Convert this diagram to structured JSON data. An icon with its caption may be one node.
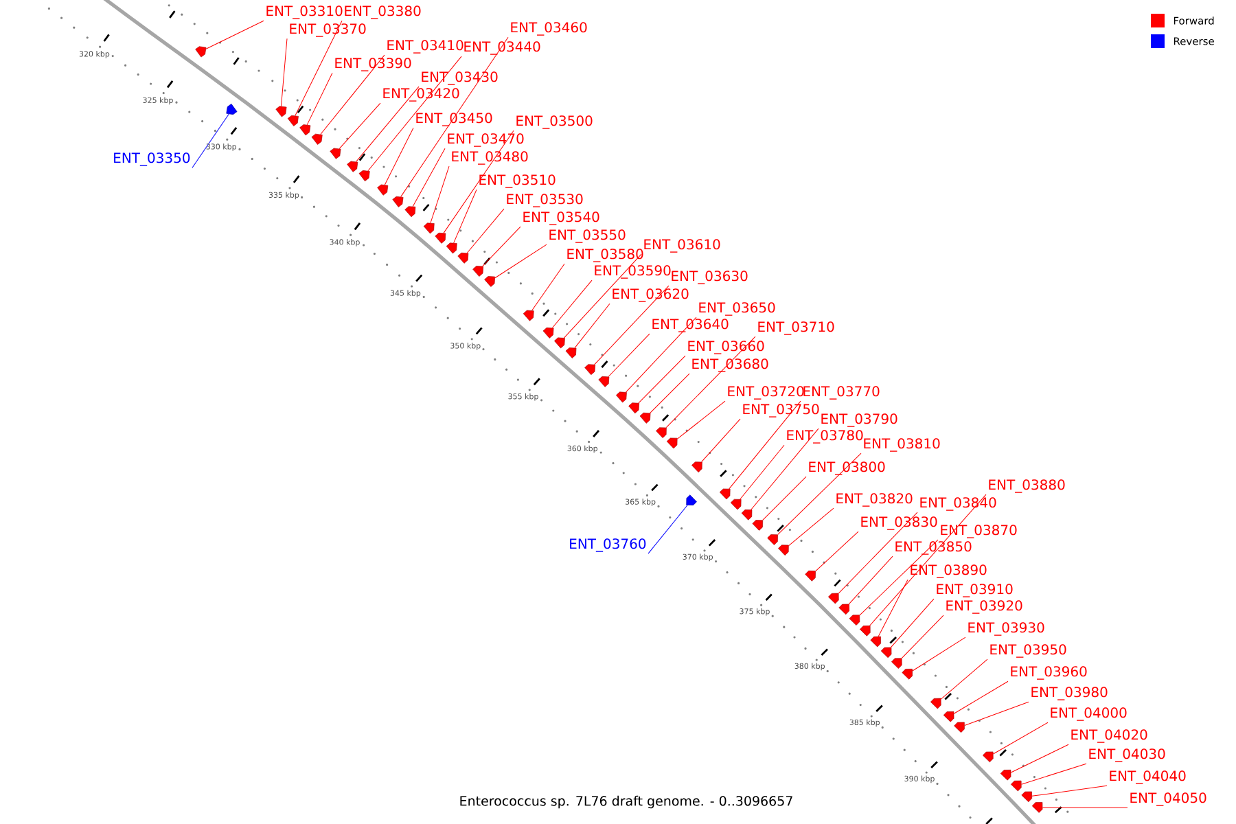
{
  "diagram": {
    "caption": "Enterococcus sp. 7L76 draft genome. - 0..3096657",
    "nodes": [
      {
        "text": [
          "ENT_03310"
        ]
      },
      {
        "text": [
          "ENT_03380"
        ]
      },
      {
        "text": [
          "ENT_03370"
        ]
      },
      {
        "text": [
          "ENT_03460"
        ]
      },
      {
        "text": [
          "ENT_03410"
        ]
      },
      {
        "text": [
          "ENT_03440"
        ]
      },
      {
        "text": [
          "ENT_03390"
        ]
      },
      {
        "text": [
          "ENT_03430"
        ]
      },
      {
        "text": [
          "ENT_03420"
        ]
      },
      {
        "text": [
          "ENT_03450"
        ]
      },
      {
        "text": [
          "ENT_03500"
        ]
      },
      {
        "text": [
          "ENT_03470"
        ]
      },
      {
        "text": [
          "ENT_03480"
        ]
      },
      {
        "text": [
          "ENT_03350"
        ]
      },
      {
        "text": [
          "ENT_03510"
        ]
      },
      {
        "text": [
          "ENT_03530"
        ]
      },
      {
        "text": [
          "ENT_03540"
        ]
      },
      {
        "text": [
          "ENT_03550"
        ]
      },
      {
        "text": [
          "ENT_03610"
        ]
      },
      {
        "text": [
          "ENT_03580"
        ]
      },
      {
        "text": [
          "ENT_03590"
        ]
      },
      {
        "text": [
          "ENT_03630"
        ]
      },
      {
        "text": [
          "ENT_03620"
        ]
      },
      {
        "text": [
          "ENT_03650"
        ]
      },
      {
        "text": [
          "ENT_03640"
        ]
      },
      {
        "text": [
          "ENT_03710"
        ]
      },
      {
        "text": [
          "ENT_03660"
        ]
      },
      {
        "text": [
          "ENT_03680"
        ]
      },
      {
        "text": [
          "ENT_03720"
        ]
      },
      {
        "text": [
          "ENT_03770"
        ]
      },
      {
        "text": [
          "ENT_03750"
        ]
      },
      {
        "text": [
          "ENT_03790"
        ]
      },
      {
        "text": [
          "ENT_03780"
        ]
      },
      {
        "text": [
          "ENT_03810"
        ]
      },
      {
        "text": [
          "ENT_03800"
        ]
      },
      {
        "text": [
          "ENT_03880"
        ]
      },
      {
        "text": [
          "ENT_03820"
        ]
      },
      {
        "text": [
          "ENT_03840"
        ]
      },
      {
        "text": [
          "ENT_03830"
        ]
      },
      {
        "text": [
          "ENT_03870"
        ]
      },
      {
        "text": [
          "ENT_03760"
        ]
      },
      {
        "text": [
          "ENT_03850"
        ]
      },
      {
        "text": [
          "ENT_03890"
        ]
      },
      {
        "text": [
          "ENT_03910"
        ]
      },
      {
        "text": [
          "ENT_03920"
        ]
      },
      {
        "text": [
          "ENT_03930"
        ]
      },
      {
        "text": [
          "ENT_03950"
        ]
      },
      {
        "text": [
          "ENT_03960"
        ]
      },
      {
        "text": [
          "ENT_03980"
        ]
      },
      {
        "text": [
          "ENT_04000"
        ]
      },
      {
        "text": [
          "ENT_04020"
        ]
      },
      {
        "text": [
          "ENT_04030"
        ]
      },
      {
        "text": [
          "ENT_04040"
        ]
      },
      {
        "text": [
          "ENT_04050"
        ]
      },
      {
        "text": [],
        "shape": "arrow"
      },
      {
        "text": [],
        "shape": "arrow"
      },
      {
        "text": [],
        "shape": "arrow"
      },
      {
        "text": [],
        "shape": "arrow"
      },
      {
        "text": [],
        "shape": "arrow"
      },
      {
        "text": [],
        "shape": "arrow"
      },
      {
        "text": [],
        "shape": "arrow"
      },
      {
        "text": [],
        "shape": "arrow"
      },
      {
        "text": [],
        "shape": "arrow"
      },
      {
        "text": [],
        "shape": "arrow"
      },
      {
        "text": [],
        "shape": "arrow"
      },
      {
        "text": [],
        "shape": "arrow"
      },
      {
        "text": [],
        "shape": "arrow"
      },
      {
        "text": [],
        "shape": "arrow"
      },
      {
        "text": [],
        "shape": "arrow"
      },
      {
        "text": [],
        "shape": "arrow"
      },
      {
        "text": [],
        "shape": "arrow"
      },
      {
        "text": [],
        "shape": "arrow"
      },
      {
        "text": [],
        "shape": "arrow"
      },
      {
        "text": [],
        "shape": "arrow"
      },
      {
        "text": [],
        "shape": "arrow"
      },
      {
        "text": [],
        "shape": "arrow"
      },
      {
        "text": [],
        "shape": "arrow"
      },
      {
        "text": [],
        "shape": "arrow"
      },
      {
        "text": [],
        "shape": "arrow"
      },
      {
        "text": [],
        "shape": "arrow"
      },
      {
        "text": [],
        "shape": "arrow"
      },
      {
        "text": [],
        "shape": "arrow"
      },
      {
        "text": [],
        "shape": "arrow"
      },
      {
        "text": [],
        "shape": "arrow"
      },
      {
        "text": [],
        "shape": "arrow"
      },
      {
        "text": [],
        "shape": "arrow"
      },
      {
        "text": [],
        "shape": "arrow"
      },
      {
        "text": [],
        "shape": "arrow"
      },
      {
        "text": [],
        "shape": "arrow"
      },
      {
        "text": [],
        "shape": "arrow"
      },
      {
        "text": [],
        "shape": "arrow"
      },
      {
        "text": [],
        "shape": "arrow"
      },
      {
        "text": [],
        "shape": "arrow"
      },
      {
        "text": [],
        "shape": "arrow"
      },
      {
        "text": [],
        "shape": "arrow"
      },
      {
        "text": [],
        "shape": "arrow"
      },
      {
        "text": [],
        "shape": "arrow"
      },
      {
        "text": [],
        "shape": "arrow"
      },
      {
        "text": [],
        "shape": "arrow"
      },
      {
        "text": [],
        "shape": "arrow"
      },
      {
        "text": [],
        "shape": "arrow"
      },
      {
        "text": [],
        "shape": "arrow"
      },
      {
        "text": [],
        "shape": "arrow"
      },
      {
        "text": [],
        "shape": "arrow"
      },
      {
        "text": [],
        "shape": "arrow"
      },
      {
        "text": [],
        "shape": "arrow"
      },
      {
        "text": [],
        "shape": "arrow"
      },
      {
        "text": [],
        "shape": "arrow"
      }
    ],
    "edges": [
      {
        "from": 0,
        "to": 54,
        "arrow": "none"
      },
      {
        "from": 1,
        "to": 57,
        "arrow": "none"
      },
      {
        "from": 2,
        "to": 56,
        "arrow": "none"
      },
      {
        "from": 3,
        "to": 64,
        "arrow": "none"
      },
      {
        "from": 4,
        "to": 59,
        "arrow": "none"
      },
      {
        "from": 5,
        "to": 62,
        "arrow": "none"
      },
      {
        "from": 6,
        "to": 58,
        "arrow": "none"
      },
      {
        "from": 7,
        "to": 61,
        "arrow": "none"
      },
      {
        "from": 8,
        "to": 60,
        "arrow": "none"
      },
      {
        "from": 9,
        "to": 63,
        "arrow": "none"
      },
      {
        "from": 10,
        "to": 67,
        "arrow": "none"
      },
      {
        "from": 11,
        "to": 65,
        "arrow": "none"
      },
      {
        "from": 12,
        "to": 66,
        "arrow": "none"
      },
      {
        "from": 13,
        "to": 55,
        "arrow": "none",
        "color": "#0000ff"
      },
      {
        "from": 14,
        "to": 68,
        "arrow": "none"
      },
      {
        "from": 15,
        "to": 69,
        "arrow": "none"
      },
      {
        "from": 16,
        "to": 70,
        "arrow": "none"
      },
      {
        "from": 17,
        "to": 71,
        "arrow": "none"
      },
      {
        "from": 18,
        "to": 74,
        "arrow": "none"
      },
      {
        "from": 19,
        "to": 72,
        "arrow": "none"
      },
      {
        "from": 20,
        "to": 73,
        "arrow": "none"
      },
      {
        "from": 21,
        "to": 76,
        "arrow": "none"
      },
      {
        "from": 22,
        "to": 75,
        "arrow": "none"
      },
      {
        "from": 23,
        "to": 78,
        "arrow": "none"
      },
      {
        "from": 24,
        "to": 77,
        "arrow": "none"
      },
      {
        "from": 25,
        "to": 81,
        "arrow": "none"
      },
      {
        "from": 26,
        "to": 79,
        "arrow": "none"
      },
      {
        "from": 27,
        "to": 80,
        "arrow": "none"
      },
      {
        "from": 28,
        "to": 82,
        "arrow": "none"
      },
      {
        "from": 29,
        "to": 85,
        "arrow": "none"
      },
      {
        "from": 30,
        "to": 83,
        "arrow": "none"
      },
      {
        "from": 31,
        "to": 87,
        "arrow": "none"
      },
      {
        "from": 32,
        "to": 86,
        "arrow": "none"
      },
      {
        "from": 33,
        "to": 89,
        "arrow": "none"
      },
      {
        "from": 34,
        "to": 88,
        "arrow": "none"
      },
      {
        "from": 35,
        "to": 95,
        "arrow": "none"
      },
      {
        "from": 36,
        "to": 90,
        "arrow": "none"
      },
      {
        "from": 37,
        "to": 92,
        "arrow": "none"
      },
      {
        "from": 38,
        "to": 91,
        "arrow": "none"
      },
      {
        "from": 39,
        "to": 94,
        "arrow": "none"
      },
      {
        "from": 40,
        "to": 84,
        "arrow": "none",
        "color": "#0000ff"
      },
      {
        "from": 41,
        "to": 93,
        "arrow": "none"
      },
      {
        "from": 42,
        "to": 96,
        "arrow": "none"
      },
      {
        "from": 43,
        "to": 97,
        "arrow": "none"
      },
      {
        "from": 44,
        "to": 98,
        "arrow": "none"
      },
      {
        "from": 45,
        "to": 99,
        "arrow": "none"
      },
      {
        "from": 46,
        "to": 100,
        "arrow": "none"
      },
      {
        "from": 47,
        "to": 101,
        "arrow": "none"
      },
      {
        "from": 48,
        "to": 102,
        "arrow": "none"
      },
      {
        "from": 49,
        "to": 103,
        "arrow": "none"
      },
      {
        "from": 50,
        "to": 104,
        "arrow": "none"
      },
      {
        "from": 51,
        "to": 105,
        "arrow": "none"
      },
      {
        "from": 52,
        "to": 106,
        "arrow": "none"
      },
      {
        "from": 53,
        "to": 107,
        "arrow": "none"
      }
    ],
    "labels": [
      "320 kbp",
      "325 kbp",
      "330 kbp",
      "335 kbp",
      "340 kbp",
      "345 kbp",
      "350 kbp",
      "355 kbp",
      "360 kbp",
      "365 kbp",
      "370 kbp",
      "375 kbp",
      "380 kbp",
      "385 kbp",
      "390 kbp"
    ],
    "legend": [
      {
        "text": "Forward",
        "color": "#ff0000"
      },
      {
        "text": "Reverse",
        "color": "#0000ff"
      }
    ]
  }
}
